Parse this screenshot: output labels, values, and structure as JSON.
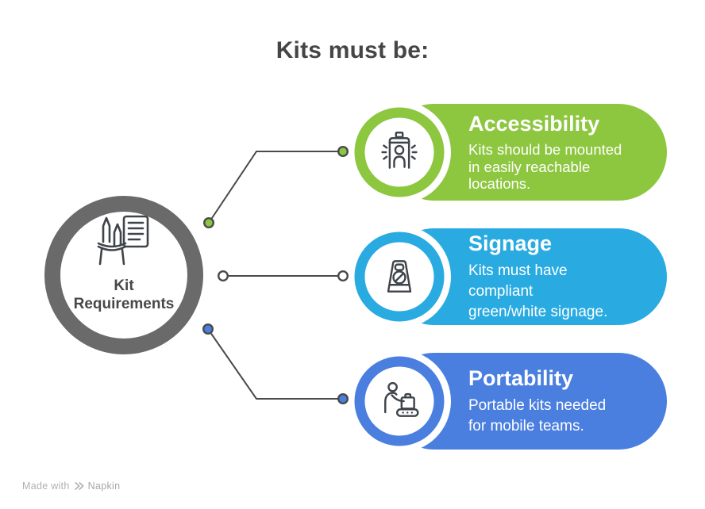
{
  "title": "Kits must be:",
  "center": {
    "label_lines": [
      "Kit",
      "Requirements"
    ],
    "ring_color": "#6A6A6A",
    "icon": "toolkit-and-document-icon"
  },
  "branches": [
    {
      "title": "Accessibility",
      "description_lines": [
        "Kits should be mounted",
        "in easily reachable",
        "locations."
      ],
      "color": "#8DC63F",
      "dot_color": "#8DC63F",
      "icon": "mounted-kit-person-icon"
    },
    {
      "title": "Signage",
      "description_lines": [
        "Kits must have",
        "compliant",
        "green/white signage."
      ],
      "color": "#29ABE2",
      "dot_color": "#FFFFFF",
      "icon": "floor-sign-icon"
    },
    {
      "title": "Portability",
      "description_lines": [
        "Portable kits needed",
        "for mobile teams."
      ],
      "color": "#4A7FE0",
      "dot_color": "#4A7FE0",
      "icon": "luggage-conveyor-icon"
    }
  ],
  "connector_color": "#4A4A4A",
  "icon_stroke": "#3E444A",
  "text_color": "#FFFFFF",
  "footer": {
    "made_with": "Made with",
    "brand": "Napkin"
  }
}
